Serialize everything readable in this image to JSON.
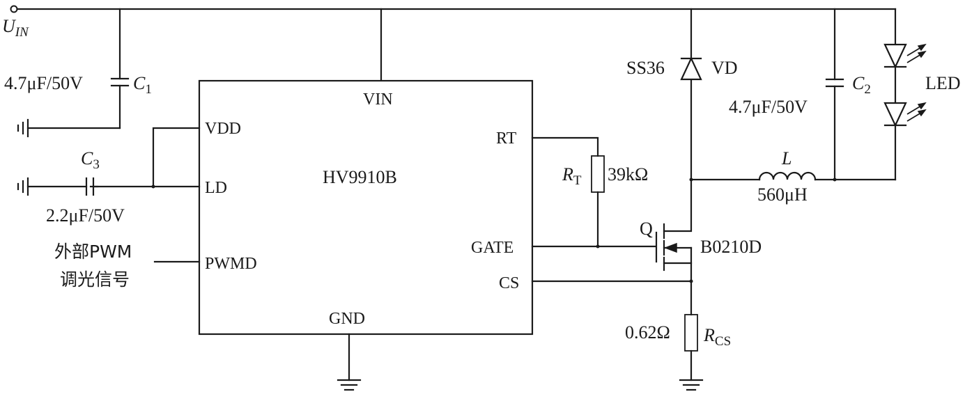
{
  "input": {
    "name": "U",
    "sub": "IN"
  },
  "ic": {
    "name": "HV9910B",
    "pins": {
      "vin": "VIN",
      "vdd": "VDD",
      "ld": "LD",
      "pwmd": "PWMD",
      "rt": "RT",
      "gate": "GATE",
      "cs": "CS",
      "gnd": "GND"
    }
  },
  "c1": {
    "name": "C",
    "sub": "1",
    "value": "4.7μF/50V"
  },
  "c2": {
    "name": "C",
    "sub": "2",
    "value": "4.7μF/50V"
  },
  "c3": {
    "name": "C",
    "sub": "3",
    "value": "2.2μF/50V"
  },
  "pwm": {
    "line1": "外部PWM",
    "line2": "调光信号"
  },
  "rt": {
    "name": "R",
    "sub": "T",
    "value": "39kΩ"
  },
  "diode": {
    "part": "SS36",
    "name": "VD"
  },
  "inductor": {
    "name": "L",
    "value": "560μH"
  },
  "led": {
    "name": "LED"
  },
  "mosfet": {
    "name": "Q",
    "part": "B0210D"
  },
  "rcs": {
    "name": "R",
    "sub": "CS",
    "value": "0.62Ω"
  }
}
